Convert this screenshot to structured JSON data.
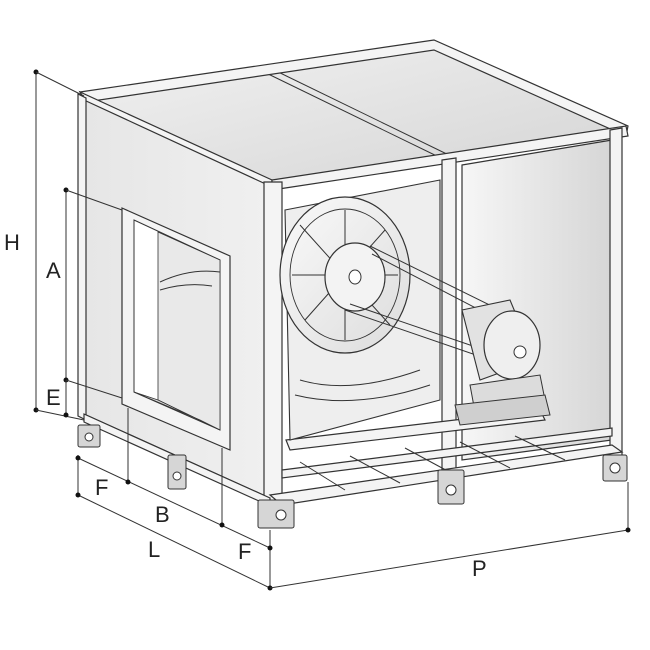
{
  "diagram": {
    "dimensions": {
      "H": "H",
      "A": "A",
      "E": "E",
      "F_left": "F",
      "B": "B",
      "L": "L",
      "F_right": "F",
      "P": "P"
    },
    "colors": {
      "line": "#333333",
      "panel_light": "#ececec",
      "panel_shade": "#d8d8d8",
      "background": "#ffffff"
    }
  }
}
